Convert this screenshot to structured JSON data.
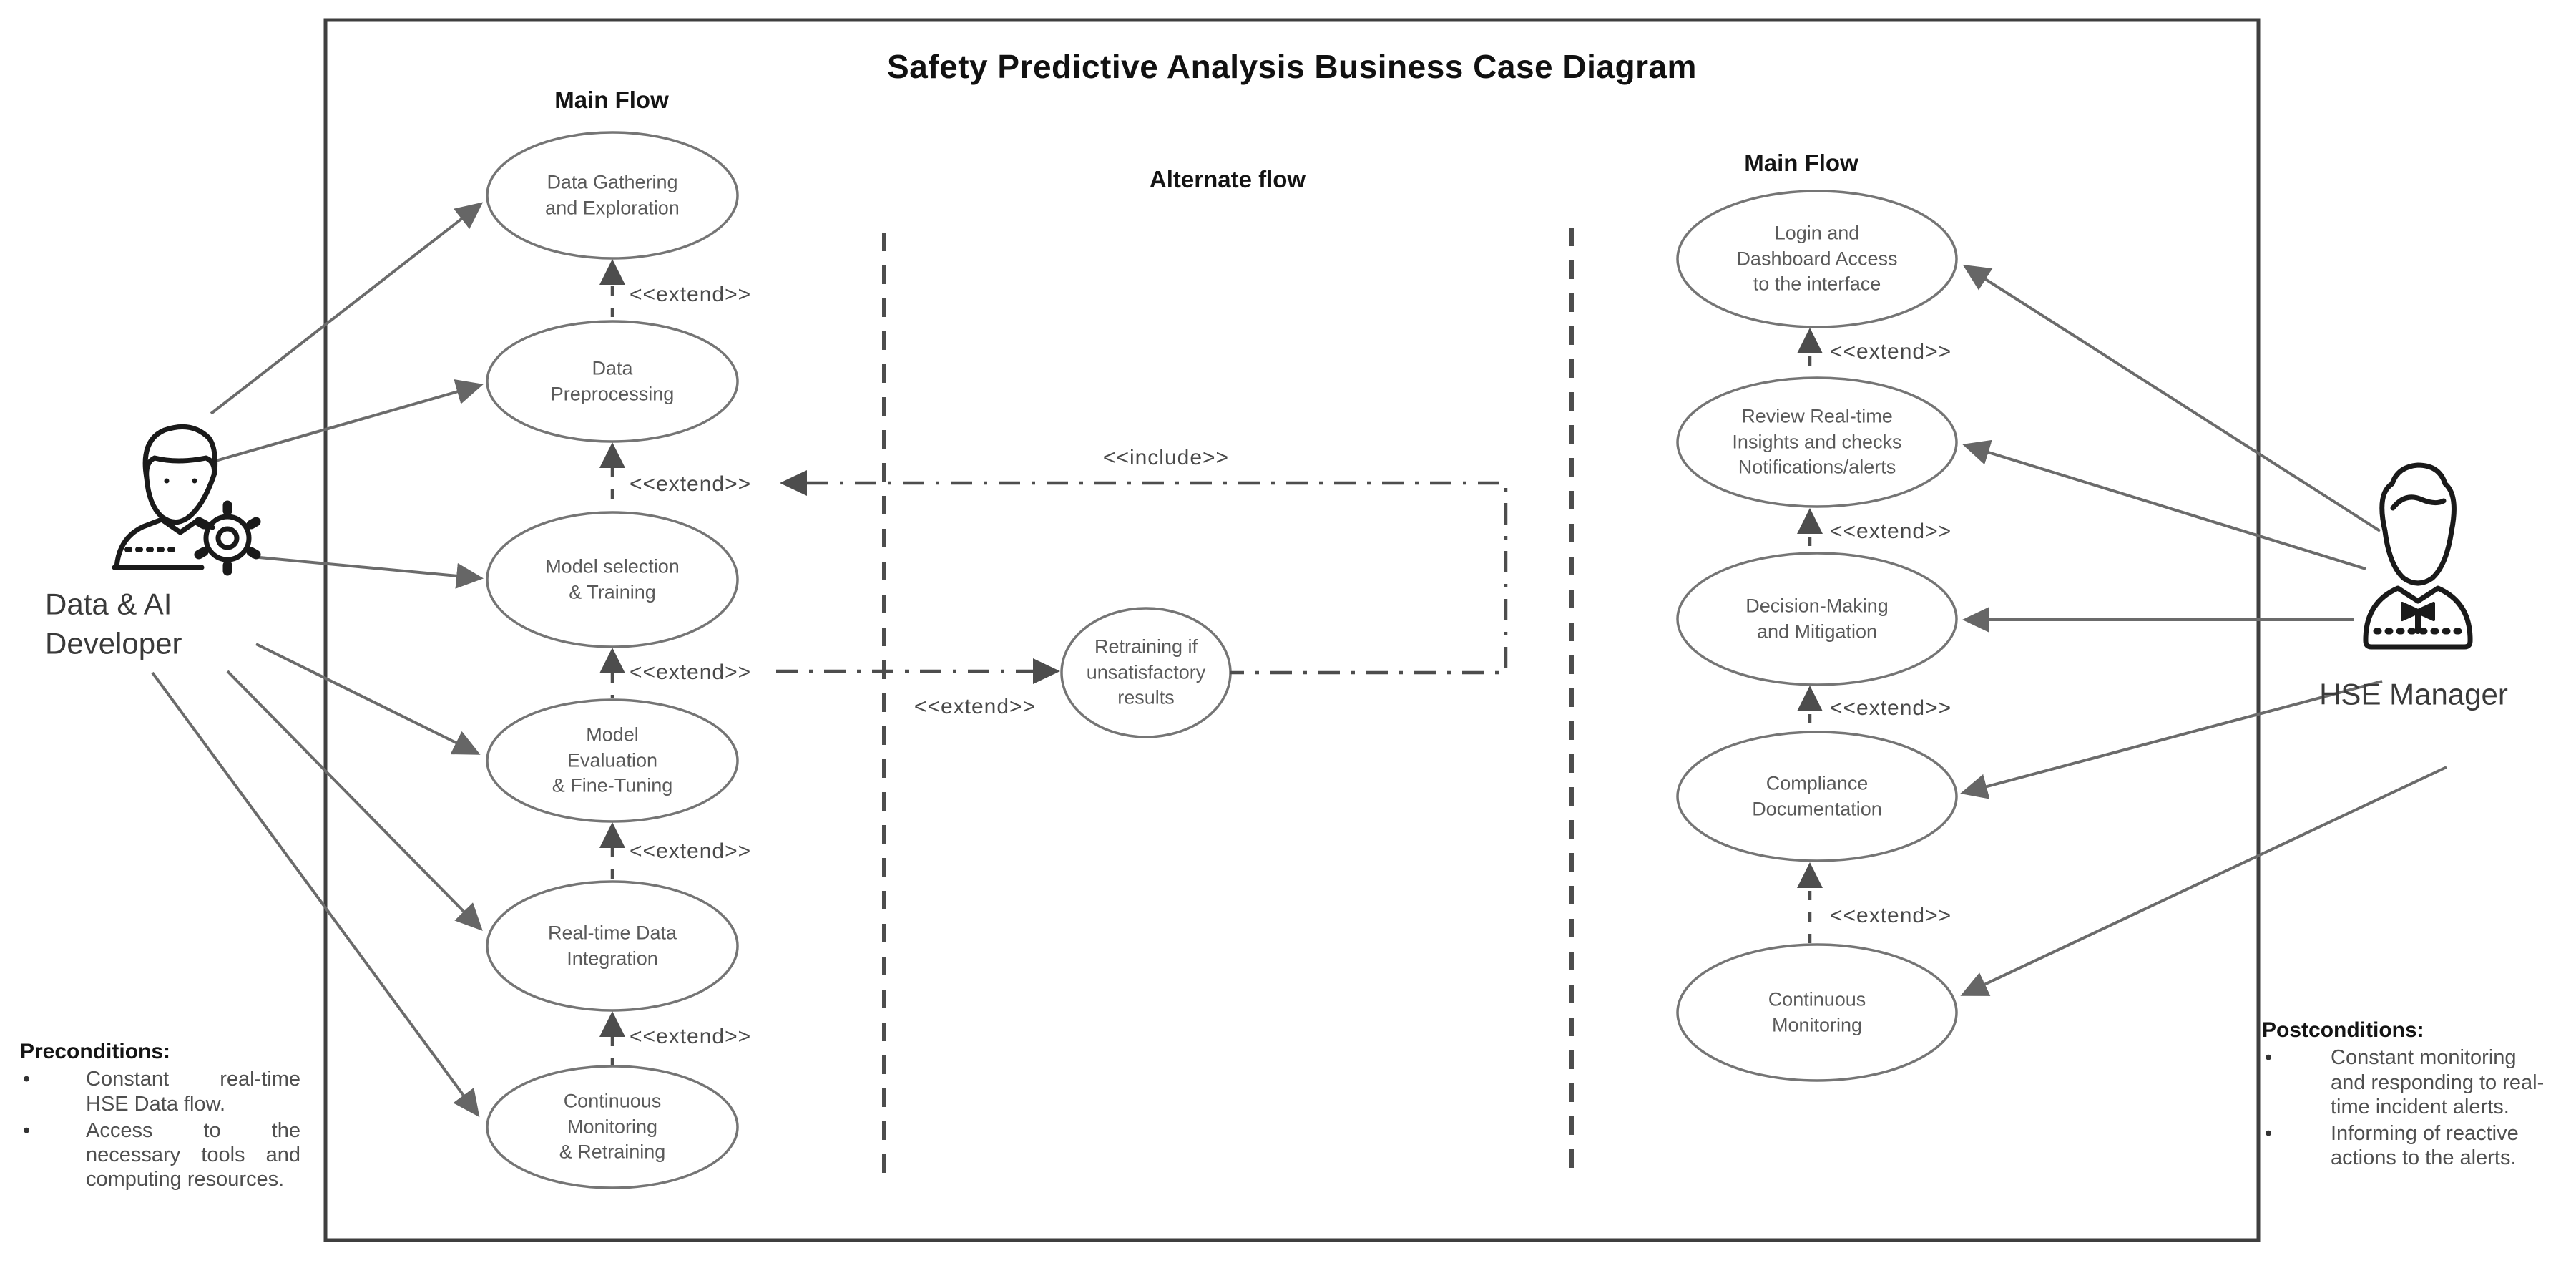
{
  "title": "Safety Predictive Analysis Business Case Diagram",
  "sections": {
    "left_flow_label": "Main Flow",
    "alternate_flow_label": "Alternate flow",
    "right_flow_label": "Main Flow"
  },
  "actors": {
    "left": {
      "label": "Data & AI\nDeveloper"
    },
    "right": {
      "label": "HSE Manager"
    }
  },
  "left_flow": {
    "use_cases": [
      "Data Gathering\nand Exploration",
      "Data\nPreprocessing",
      "Model selection\n& Training",
      "Model\nEvaluation\n& Fine-Tuning",
      "Real-time Data\nIntegration",
      "Continuous\nMonitoring\n& Retraining"
    ]
  },
  "alternate_flow": {
    "use_case": "Retraining if\nunsatisfactory\nresults"
  },
  "right_flow": {
    "use_cases": [
      "Login and\nDashboard Access\nto the interface",
      "Review Real-time\nInsights and checks\nNotifications/alerts",
      "Decision-Making\nand Mitigation",
      "Compliance\nDocumentation",
      "Continuous\nMonitoring"
    ]
  },
  "stereotypes": {
    "extend": "<<extend>>",
    "include": "<<include>>"
  },
  "preconditions": {
    "heading": "Preconditions:",
    "items": [
      "Constant real-time HSE Data flow.",
      "Access to the necessary tools and computing resources."
    ]
  },
  "postconditions": {
    "heading": "Postconditions:",
    "items": [
      "Constant monitoring and responding to real-time incident alerts.",
      "Informing of reactive actions to the alerts."
    ]
  },
  "colors": {
    "background": "#ffffff",
    "frame_stroke": "#3f3f3f",
    "ellipse_stroke": "#757575",
    "arrow_stroke": "#6b6b6b",
    "dashed_stroke": "#4d4d4d",
    "text_primary": "#141414",
    "text_secondary": "#5a5a5a"
  }
}
